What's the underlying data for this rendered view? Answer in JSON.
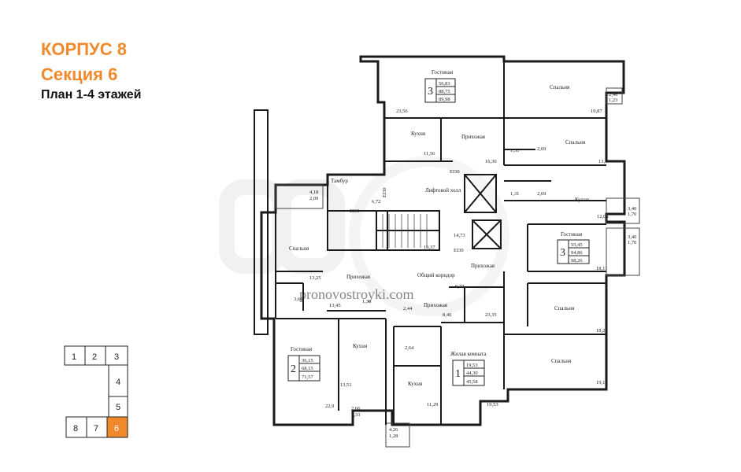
{
  "header": {
    "building": "КОРПУС 8",
    "section": "Секция 6",
    "plan": "План 1-4 этажей"
  },
  "colors": {
    "accent": "#f0892b",
    "wall": "#1a1a1a",
    "watermark": "#eeeeee"
  },
  "watermark": "pronovostroyki.com",
  "apartments": [
    {
      "rooms": "3",
      "areas": [
        "56,83",
        "88,75",
        "89,98"
      ]
    },
    {
      "rooms": "3",
      "areas": [
        "55,45",
        "94,86",
        "98,26"
      ]
    },
    {
      "rooms": "2",
      "areas": [
        "36,15",
        "68,15",
        "71,57"
      ]
    },
    {
      "rooms": "1",
      "areas": [
        "19,53",
        "44,30",
        "45,58"
      ]
    }
  ],
  "rooms": {
    "gost_a": "Гостиная",
    "spal_a": "Спальня",
    "kuh_a": "Кухня",
    "prih_a": "Прихожая",
    "spal_b": "Спальня",
    "kuh_b": "Кухня",
    "gost_b": "Гостиная",
    "spal_c": "Спальня",
    "spal_d": "Спальня",
    "prih_b": "Прихожая",
    "tambur": "Тамбур",
    "lift": "Лифтовой холл",
    "spal_e": "Спальня",
    "prih_c": "Прихожая",
    "corridor": "Общий коридор",
    "gost_c": "Гостиная",
    "kuh_c": "Кухня",
    "prih_d": "Прихожая",
    "zhil": "Жилая комната",
    "kuh_d": "Кухня"
  },
  "labels": {
    "a1": "23,56",
    "a2": "19,87",
    "a3": "2,46",
    "a4": "1,23",
    "a5": "11,56",
    "a6": "16,36",
    "a7": "1,31",
    "a8": "2,69",
    "a9": "13,4",
    "a10": "1,31",
    "a11": "2,69",
    "a12": "12,06",
    "a13": "3,40",
    "a14": "1,70",
    "a15": "3,40",
    "a16": "1,70",
    "a17": "18,11",
    "a18": "18,21",
    "a19": "19,13",
    "a20": "4,18",
    "a21": "2,09",
    "a22": "6,72",
    "a23": "16,37",
    "a24": "14,73",
    "a25": "13,25",
    "a26": "3,66",
    "a27": "13,45",
    "a28": "1,38",
    "a29": "9,77",
    "a30": "2,44",
    "a31": "8,40",
    "a32": "23,35",
    "a33": "2,64",
    "a34": "13,51",
    "a35": "22,9",
    "a36": "2,66",
    "a37": "1,33",
    "a38": "11,29",
    "a39": "19,53",
    "a40": "4,26",
    "a41": "1,28",
    "e1": "EI30",
    "e2": "EI30",
    "e3": "EI30",
    "e4": "EI30"
  },
  "section_key": {
    "sections": [
      "1",
      "2",
      "3",
      "4",
      "5",
      "6",
      "7",
      "8"
    ],
    "highlighted": "6"
  }
}
